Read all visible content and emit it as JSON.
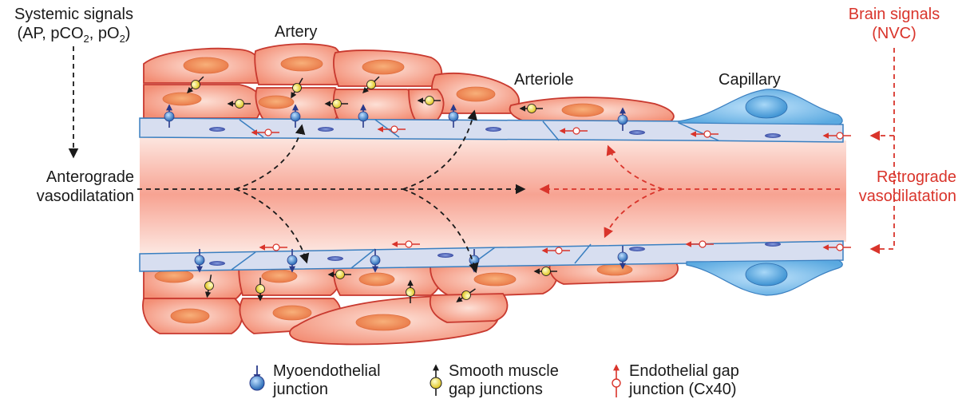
{
  "labels": {
    "systemic_line1": "Systemic signals",
    "systemic_line2_prefix": "(AP, pCO",
    "systemic_sub1": "2",
    "systemic_mid": ", pO",
    "systemic_sub2": "2",
    "systemic_suffix": ")",
    "artery": "Artery",
    "arteriole": "Arteriole",
    "capillary": "Capillary",
    "brain_line1": "Brain signals",
    "brain_line2": "(NVC)",
    "anterograde_line1": "Anterograde",
    "anterograde_line2": "vasodilatation",
    "retrograde_line1": "Retrograde",
    "retrograde_line2": "vasodilatation"
  },
  "legend": {
    "myoendothelial_line1": "Myoendothelial",
    "myoendothelial_line2": "junction",
    "smooth_line1": "Smooth muscle",
    "smooth_line2": "gap junctions",
    "endothelial_line1": "Endothelial gap",
    "endothelial_line2": "junction (Cx40)"
  },
  "colors": {
    "black_signal": "#1a1a1a",
    "red_signal": "#d9342b",
    "smooth_muscle_cell": "#f59a80",
    "smooth_muscle_nucleus": "#ef8a5f",
    "endothelium": "#d7def0",
    "endothelium_edge": "#3a7fc0",
    "lumen": "#f7a895",
    "myoendothelial_ball": "#4a8fd0",
    "gap_junction_ball": "#f2e24a",
    "pericyte": "#7fbde8"
  }
}
